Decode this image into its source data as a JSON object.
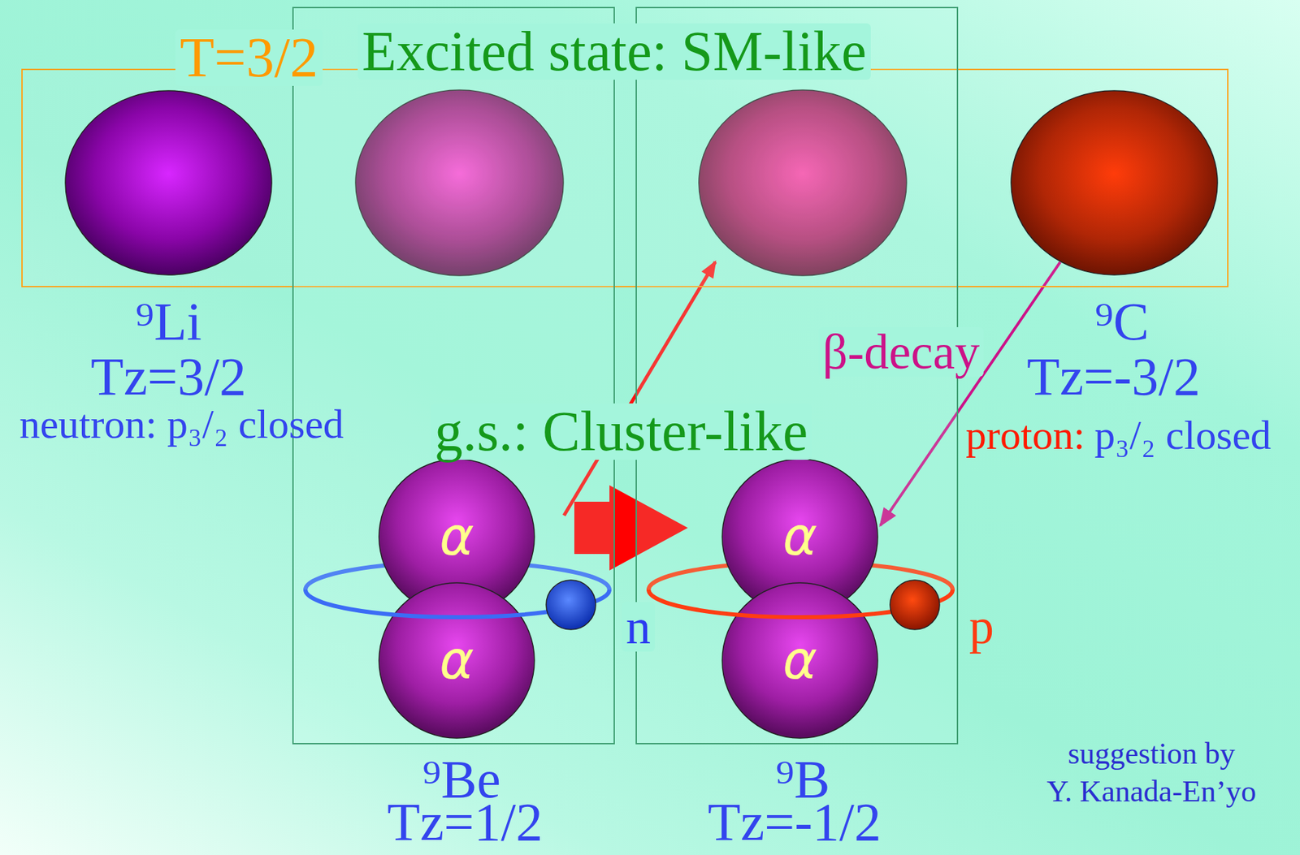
{
  "diagram": {
    "nodes": [
      {
        "text": [
          "T=3/2"
        ]
      },
      {
        "text": [
          "⁹Be",
          "Tz=1/2"
        ]
      },
      {
        "text": [
          "⁹B",
          "Tz=-1/2"
        ]
      },
      {
        "text": [
          "⁹Li",
          "Tz=3/2",
          "neutron: p₃/₂ closed"
        ],
        "in": 0
      },
      {
        "text": [
          "⁹C",
          "Tz=-3/2"
        ],
        "in": 0
      },
      {
        "text": [
          "α"
        ],
        "in": 1
      },
      {
        "text": [
          "α"
        ],
        "in": 1
      },
      {
        "text": [
          "α"
        ],
        "in": 2
      },
      {
        "text": [
          "α"
        ],
        "in": 2
      }
    ],
    "edges": [
      {
        "from": 5,
        "to": 7,
        "arrow": "to"
      },
      {
        "from": 4,
        "to": 7,
        "label": "β-decay",
        "arrow": "to"
      }
    ],
    "labels": [
      "Excited state: SM-like",
      "g.s.: Cluster-like",
      "n",
      "p",
      "proton:",
      "p₃/₂ closed",
      "suggestion by",
      "Y. Kanada-En’yo"
    ]
  }
}
